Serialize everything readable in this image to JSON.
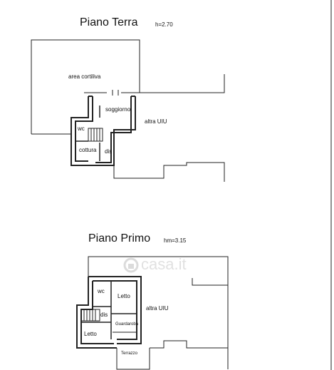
{
  "ground": {
    "title": "Piano Terra",
    "height": "h=2.70",
    "rooms": {
      "area_cortiliva": "area cortiliva",
      "soggiorno": "soggiorno",
      "altra_uiu": "altra UIU",
      "wc": "wc",
      "cottura": "cottura",
      "dis": "dis"
    }
  },
  "first": {
    "title": "Piano Primo",
    "height": "hm=3.15",
    "rooms": {
      "wc": "wc",
      "letto_1": "Letto",
      "altra_uiu": "altra UIU",
      "dis": "dis",
      "guardaroba": "Guardaroba",
      "letto_2": "Letto",
      "terrazzo": "Terrazzo"
    }
  },
  "watermark": "casa.it"
}
